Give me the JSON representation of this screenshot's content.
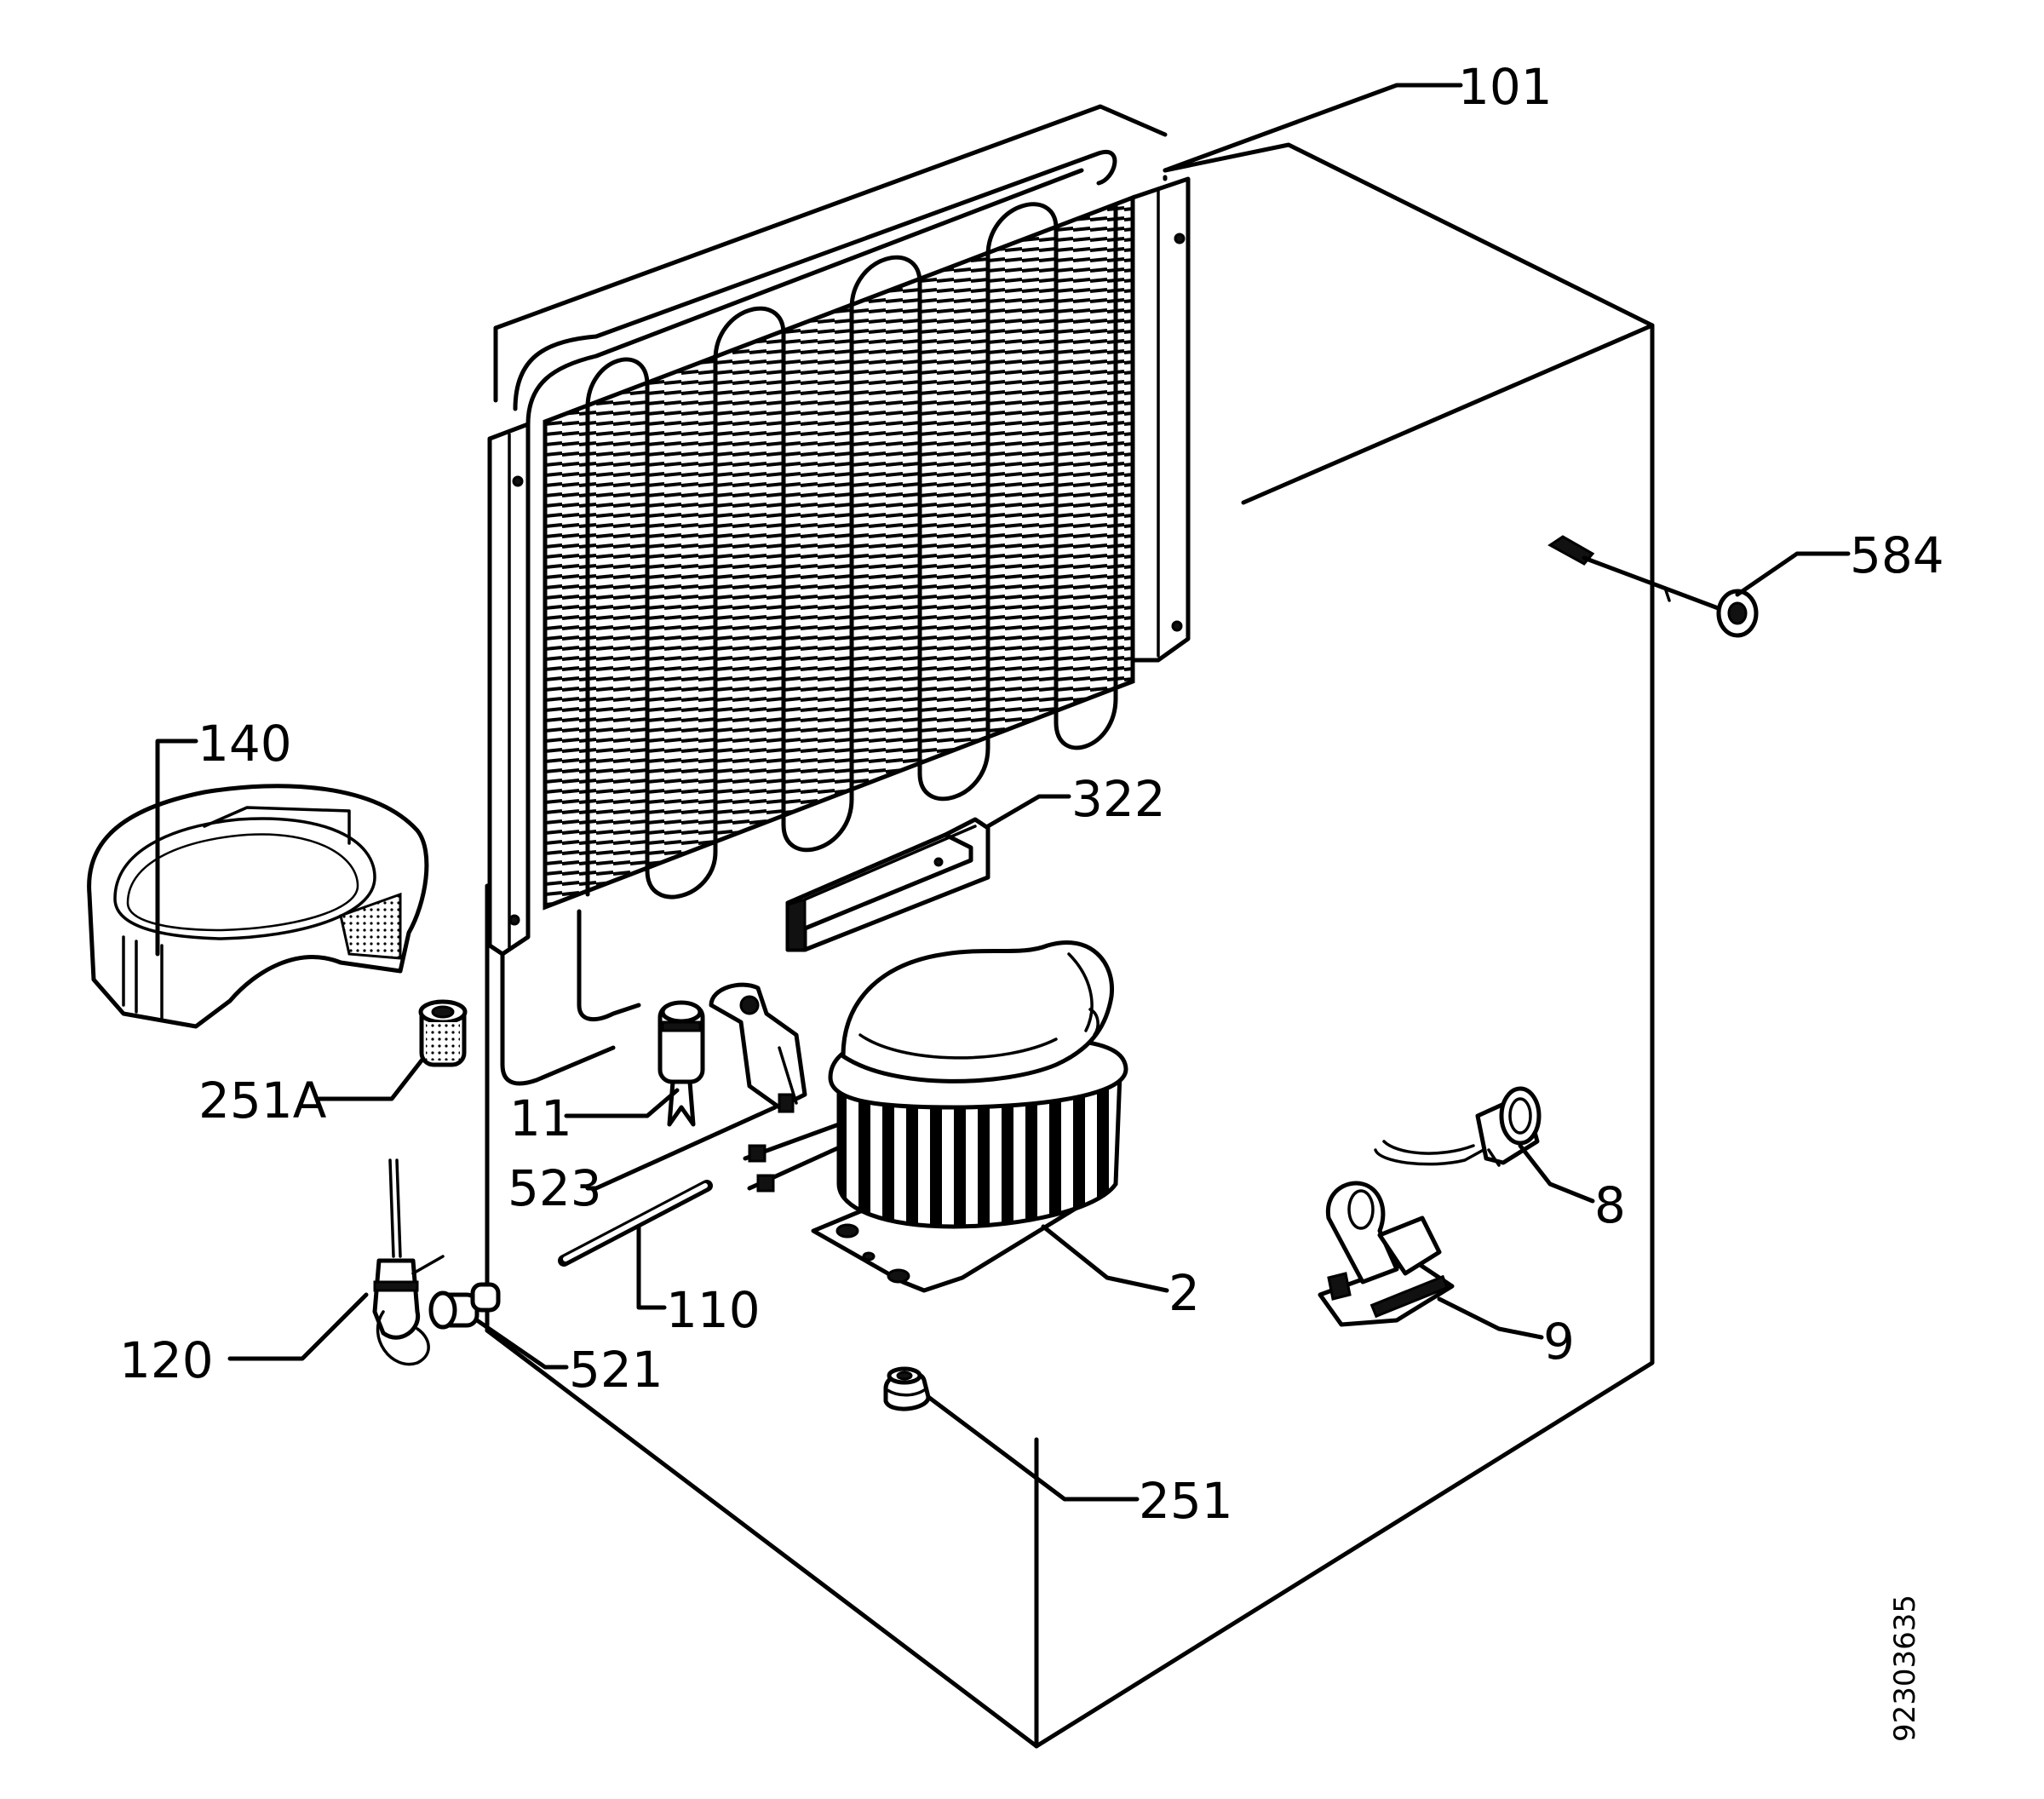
{
  "diagram": {
    "document_number": "92303635",
    "labels": [
      {
        "id": "101",
        "text": "101"
      },
      {
        "id": "584",
        "text": "584"
      },
      {
        "id": "140",
        "text": "140"
      },
      {
        "id": "322",
        "text": "322"
      },
      {
        "id": "251A",
        "text": "251A"
      },
      {
        "id": "11",
        "text": "11"
      },
      {
        "id": "523",
        "text": "523"
      },
      {
        "id": "8",
        "text": "8"
      },
      {
        "id": "110",
        "text": "110"
      },
      {
        "id": "2",
        "text": "2"
      },
      {
        "id": "9",
        "text": "9"
      },
      {
        "id": "120",
        "text": "120"
      },
      {
        "id": "521",
        "text": "521"
      },
      {
        "id": "251",
        "text": "251"
      }
    ]
  }
}
